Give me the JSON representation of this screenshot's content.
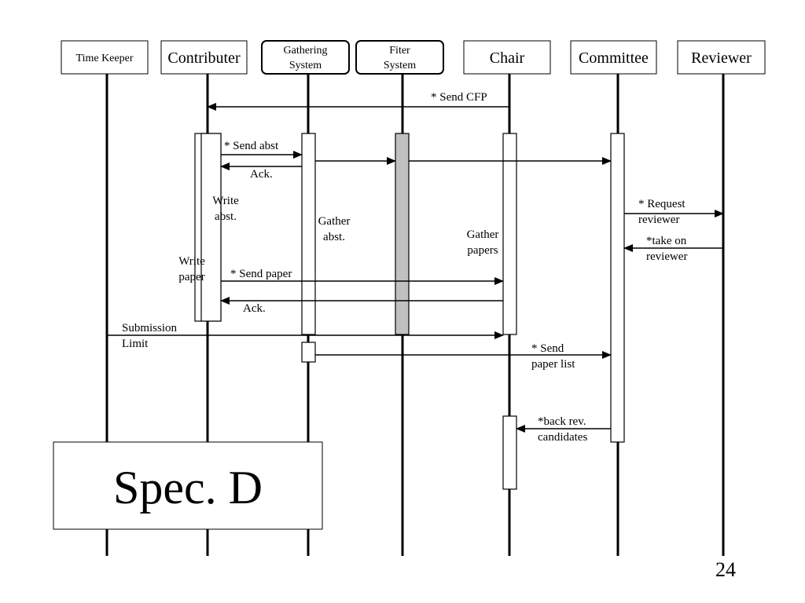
{
  "actors": [
    {
      "key": "time-keeper",
      "label": [
        "Time Keeper"
      ],
      "rounded": false
    },
    {
      "key": "contributer",
      "label": [
        "Contributer"
      ],
      "rounded": false
    },
    {
      "key": "gathering-system",
      "label": [
        "Gathering",
        "System"
      ],
      "rounded": true
    },
    {
      "key": "fiter-system",
      "label": [
        "Fiter",
        "System"
      ],
      "rounded": true
    },
    {
      "key": "chair",
      "label": [
        "Chair"
      ],
      "rounded": false
    },
    {
      "key": "committee",
      "label": [
        "Committee"
      ],
      "rounded": false
    },
    {
      "key": "reviewer",
      "label": [
        "Reviewer"
      ],
      "rounded": false
    }
  ],
  "messages": [
    {
      "label": [
        "* Send CFP"
      ]
    },
    {
      "label": [
        "* Send  abst"
      ]
    },
    {
      "label": [
        "Ack."
      ]
    },
    {
      "label": []
    },
    {
      "label": []
    },
    {
      "label": [
        "* Request",
        "reviewer"
      ]
    },
    {
      "label": [
        "*take on",
        "reviewer"
      ]
    },
    {
      "label": [
        "* Send  paper"
      ]
    },
    {
      "label": [
        "Ack."
      ]
    },
    {
      "label": [
        "Submission",
        "Limit"
      ]
    },
    {
      "label": [
        "* Send",
        "paper list"
      ]
    },
    {
      "label": [
        "*back rev.",
        "candidates"
      ]
    }
  ],
  "activity_labels": [
    {
      "key": "write-abst",
      "label": [
        "Write",
        "abst."
      ]
    },
    {
      "key": "gather-abst",
      "label": [
        "Gather",
        "abst."
      ]
    },
    {
      "key": "gather-papers",
      "label": [
        "Gather",
        "papers"
      ]
    },
    {
      "key": "write-paper",
      "label": [
        "Write",
        "paper"
      ]
    }
  ],
  "overlay_title": "Spec. D",
  "page_number": "24",
  "colors": {
    "line": "#000000",
    "filter_activation": "#c0c0c0",
    "background": "#ffffff"
  }
}
